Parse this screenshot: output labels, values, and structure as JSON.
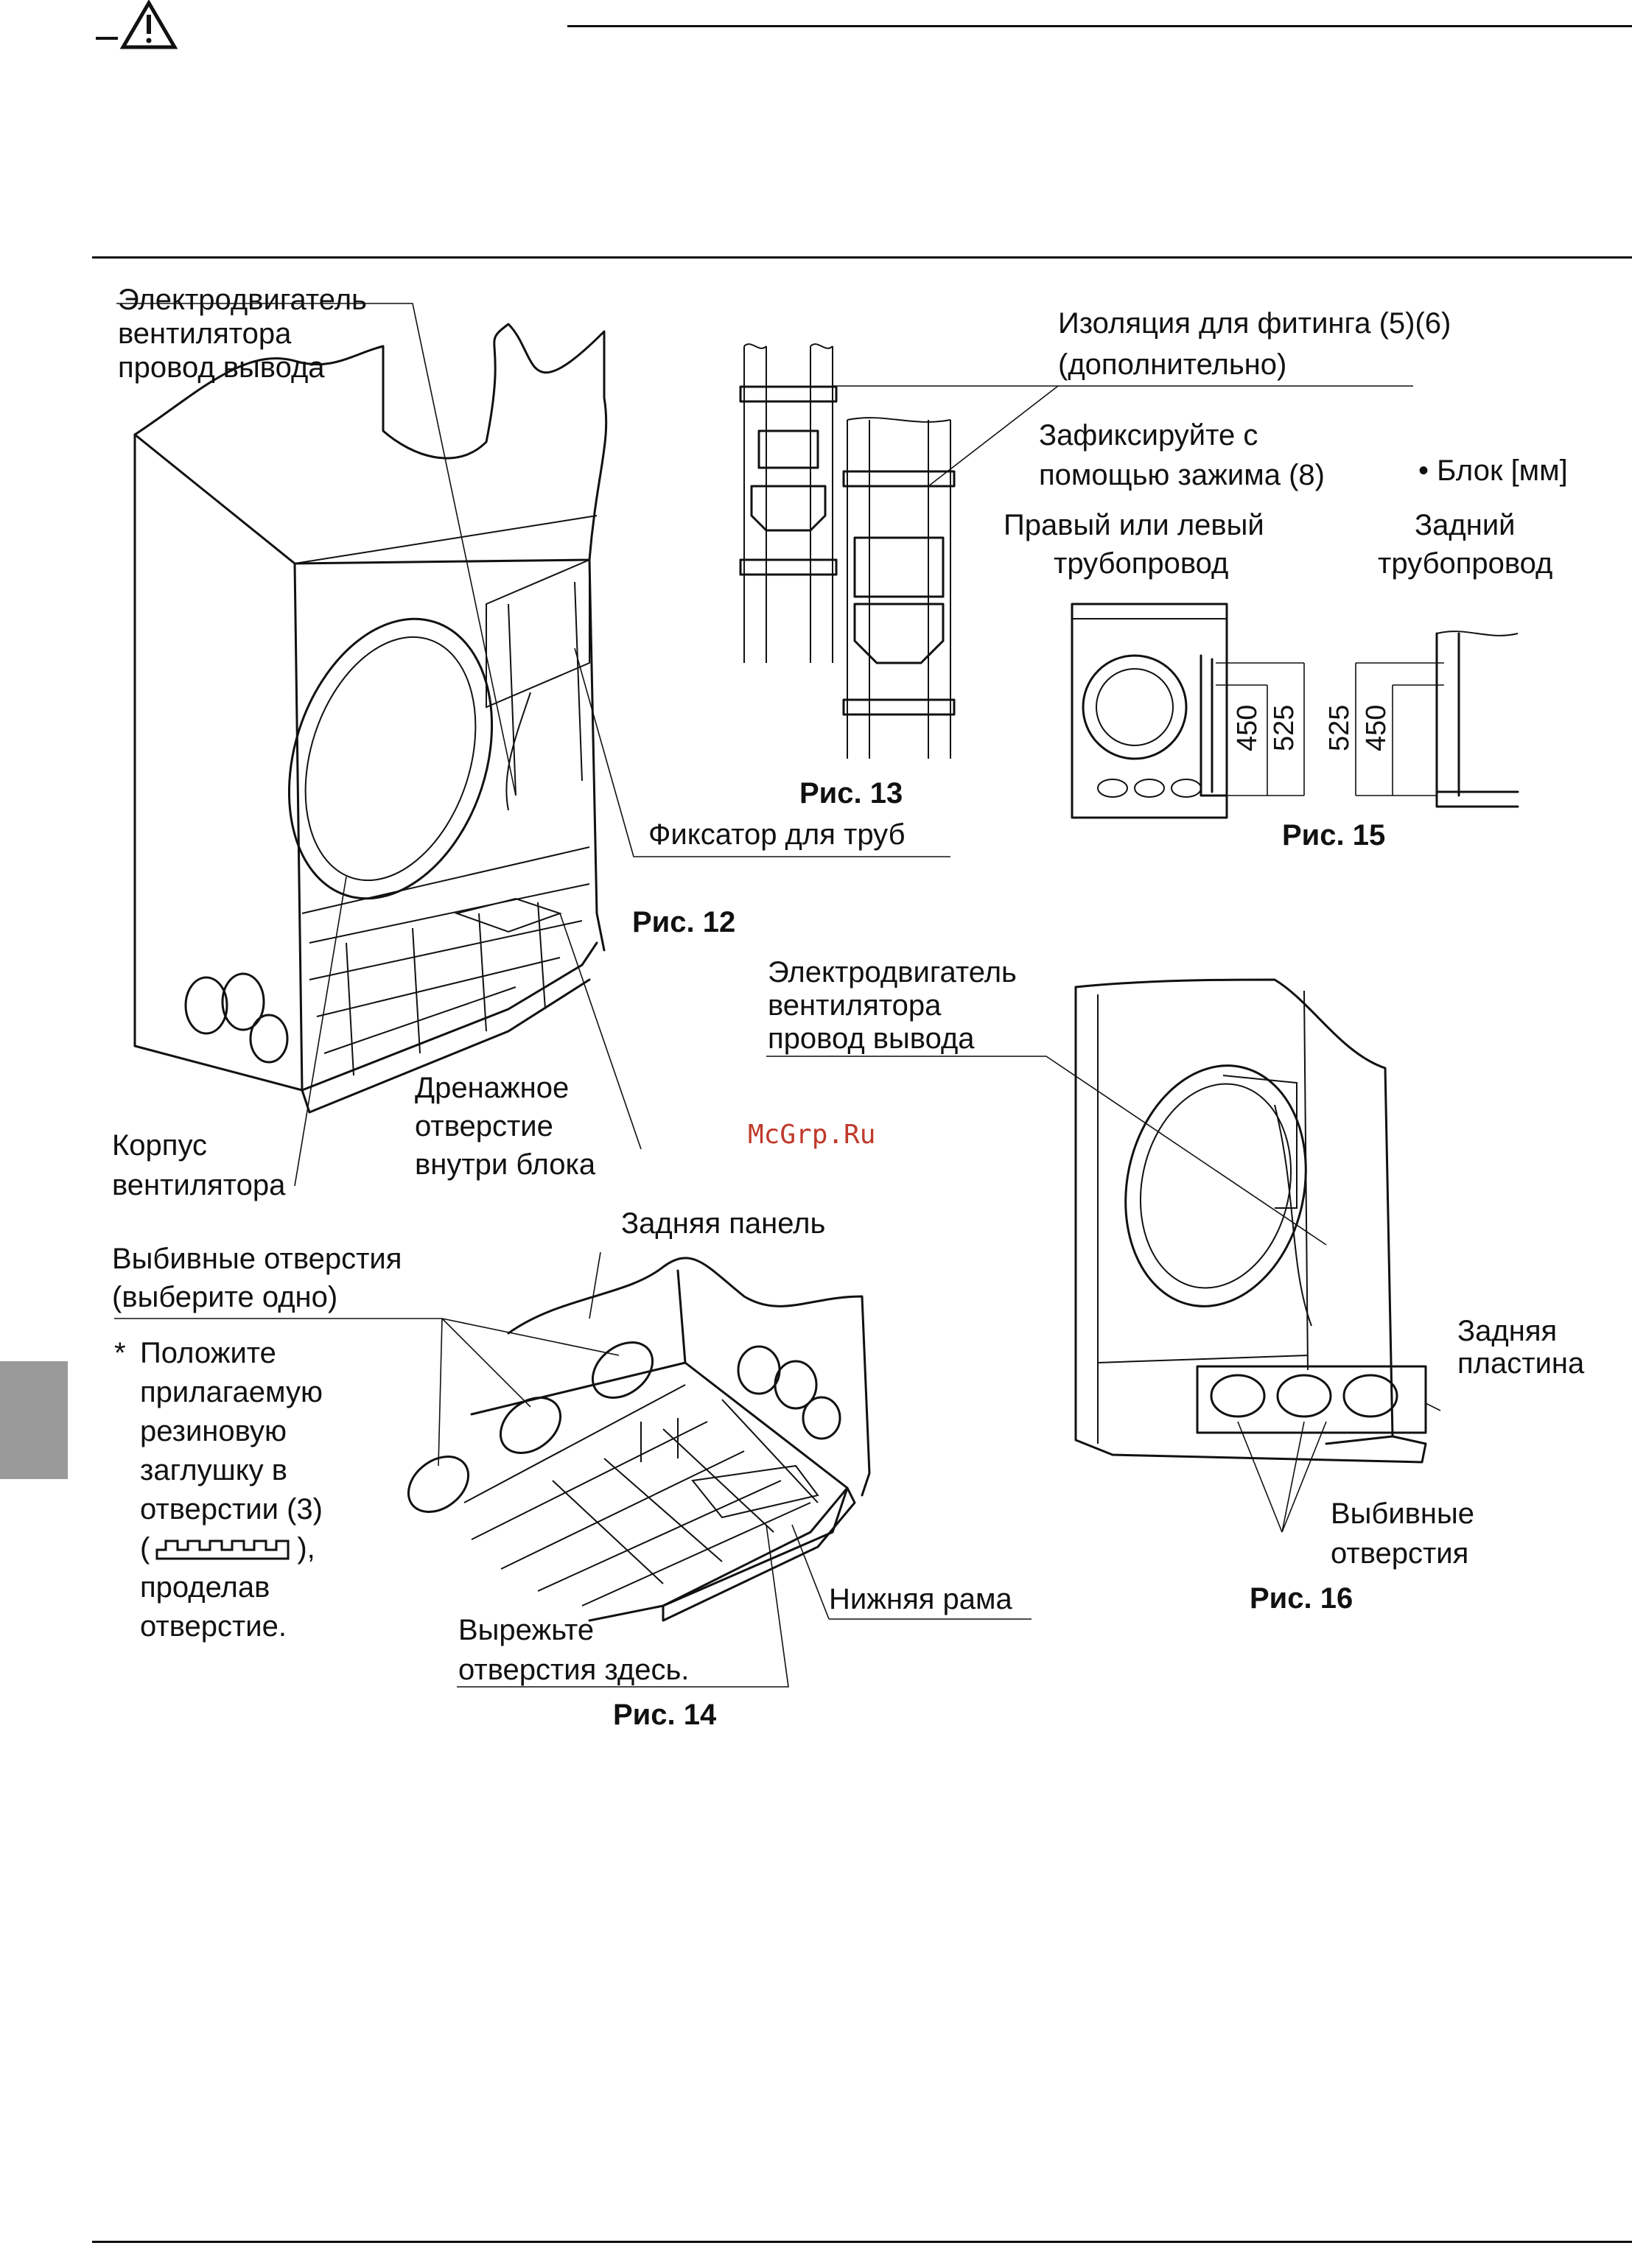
{
  "header": {
    "warning_icon": "warning-triangle-icon"
  },
  "fig12": {
    "caption": "Рис. 12",
    "motor_lead": [
      "Электродвигатель",
      "вентилятора",
      "провод вывода"
    ],
    "pipe_fixer": "Фиксатор для труб",
    "drain_hole": [
      "Дренажное",
      "отверстие",
      "внутри блока"
    ],
    "fan_housing": [
      "Корпус",
      "вентилятора"
    ]
  },
  "fig13": {
    "caption": "Рис. 13",
    "insulation": [
      "Изоляция для фитинга (5)(6)",
      "(дополнительно)"
    ],
    "clamp": [
      "Зафиксируйте с",
      "помощью зажима (8)"
    ]
  },
  "fig15": {
    "caption": "Рис. 15",
    "unit_note": "• Блок [мм]",
    "side_piping": [
      "Правый или левый",
      "трубопровод"
    ],
    "rear_piping": [
      "Задний",
      "трубопровод"
    ],
    "dims": {
      "a": "450",
      "b": "525"
    }
  },
  "fig16": {
    "caption": "Рис. 16",
    "motor_lead": [
      "Электродвигатель",
      "вентилятора",
      "провод вывода"
    ],
    "rear_plate": [
      "Задняя",
      "пластина"
    ],
    "knockouts": [
      "Выбивные",
      "отверстия"
    ]
  },
  "fig14": {
    "caption": "Рис. 14",
    "rear_panel": "Задняя панель",
    "knockouts": [
      "Выбивные отверстия",
      "(выберите одно)"
    ],
    "note_star": "*",
    "note": [
      "Положите",
      "прилагаемую",
      "резиновую",
      "заглушку в",
      "отверстии (3)"
    ],
    "note_icon": "rubber-plug-icon",
    "note_tail": [
      "проделав",
      "отверстие."
    ],
    "bottom_frame": "Нижняя рама",
    "cut_here": [
      "Вырежьте",
      "отверстия здесь."
    ]
  },
  "watermark": "McGrp.Ru"
}
